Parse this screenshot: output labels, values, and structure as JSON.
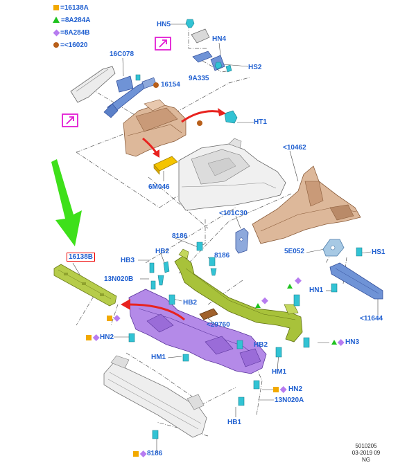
{
  "legend": [
    {
      "symbol": "square",
      "color": "#f2a900",
      "text": "=16138A"
    },
    {
      "symbol": "triangle",
      "color": "#1ec21e",
      "text": "=8A284A"
    },
    {
      "symbol": "diamond",
      "color": "#b77cf0",
      "text": "=8A284B"
    },
    {
      "symbol": "circle",
      "color": "#b85f1a",
      "text": "=<16020"
    }
  ],
  "labels": {
    "hn5": "HN5",
    "hn4": "HN4",
    "c16078": "16C078",
    "p9a335": "9A335",
    "hs2": "HS2",
    "p16154": "16154",
    "ht1": "HT1",
    "p6m046": "6M046",
    "p10462": "<10462",
    "p101c30": "<101C30",
    "p8186a": "8186",
    "p8186b": "8186",
    "p16138b": "16138B",
    "hb3": "HB3",
    "hb2a": "HB2",
    "n13n020b": "13N020B",
    "hb2b": "HB2",
    "p29760": "<29760",
    "p5e052": "5E052",
    "hs1": "HS1",
    "hn1a": "HN1",
    "p11644": "<11644",
    "hn2a": "HN2",
    "hn3": "HN3",
    "hb2c": "HB2",
    "hm1a": "HM1",
    "hm1b": "HM1",
    "hn2b": "HN2",
    "n13n020a": "13N020A",
    "hb1": "HB1",
    "p8186c": "8186"
  },
  "reference": {
    "number": "5010205",
    "date": "03-2019 09",
    "code": "NG"
  },
  "colors": {
    "label": "#1f5fd0",
    "arrow_green": "#3ee01a",
    "arrow_red": "#e8231f",
    "callout": "#e21bd3",
    "crossmember": "#a8c23a",
    "support": "#a87be0",
    "apron": "#d9b59a",
    "bracket": "#6f93d6",
    "fastener": "#32c3d4",
    "bumper": "#e6e6e6"
  },
  "icons": [
    "green-arrow-icon",
    "red-arrow-icon",
    "view-callout-icon",
    "fastener-icon"
  ]
}
